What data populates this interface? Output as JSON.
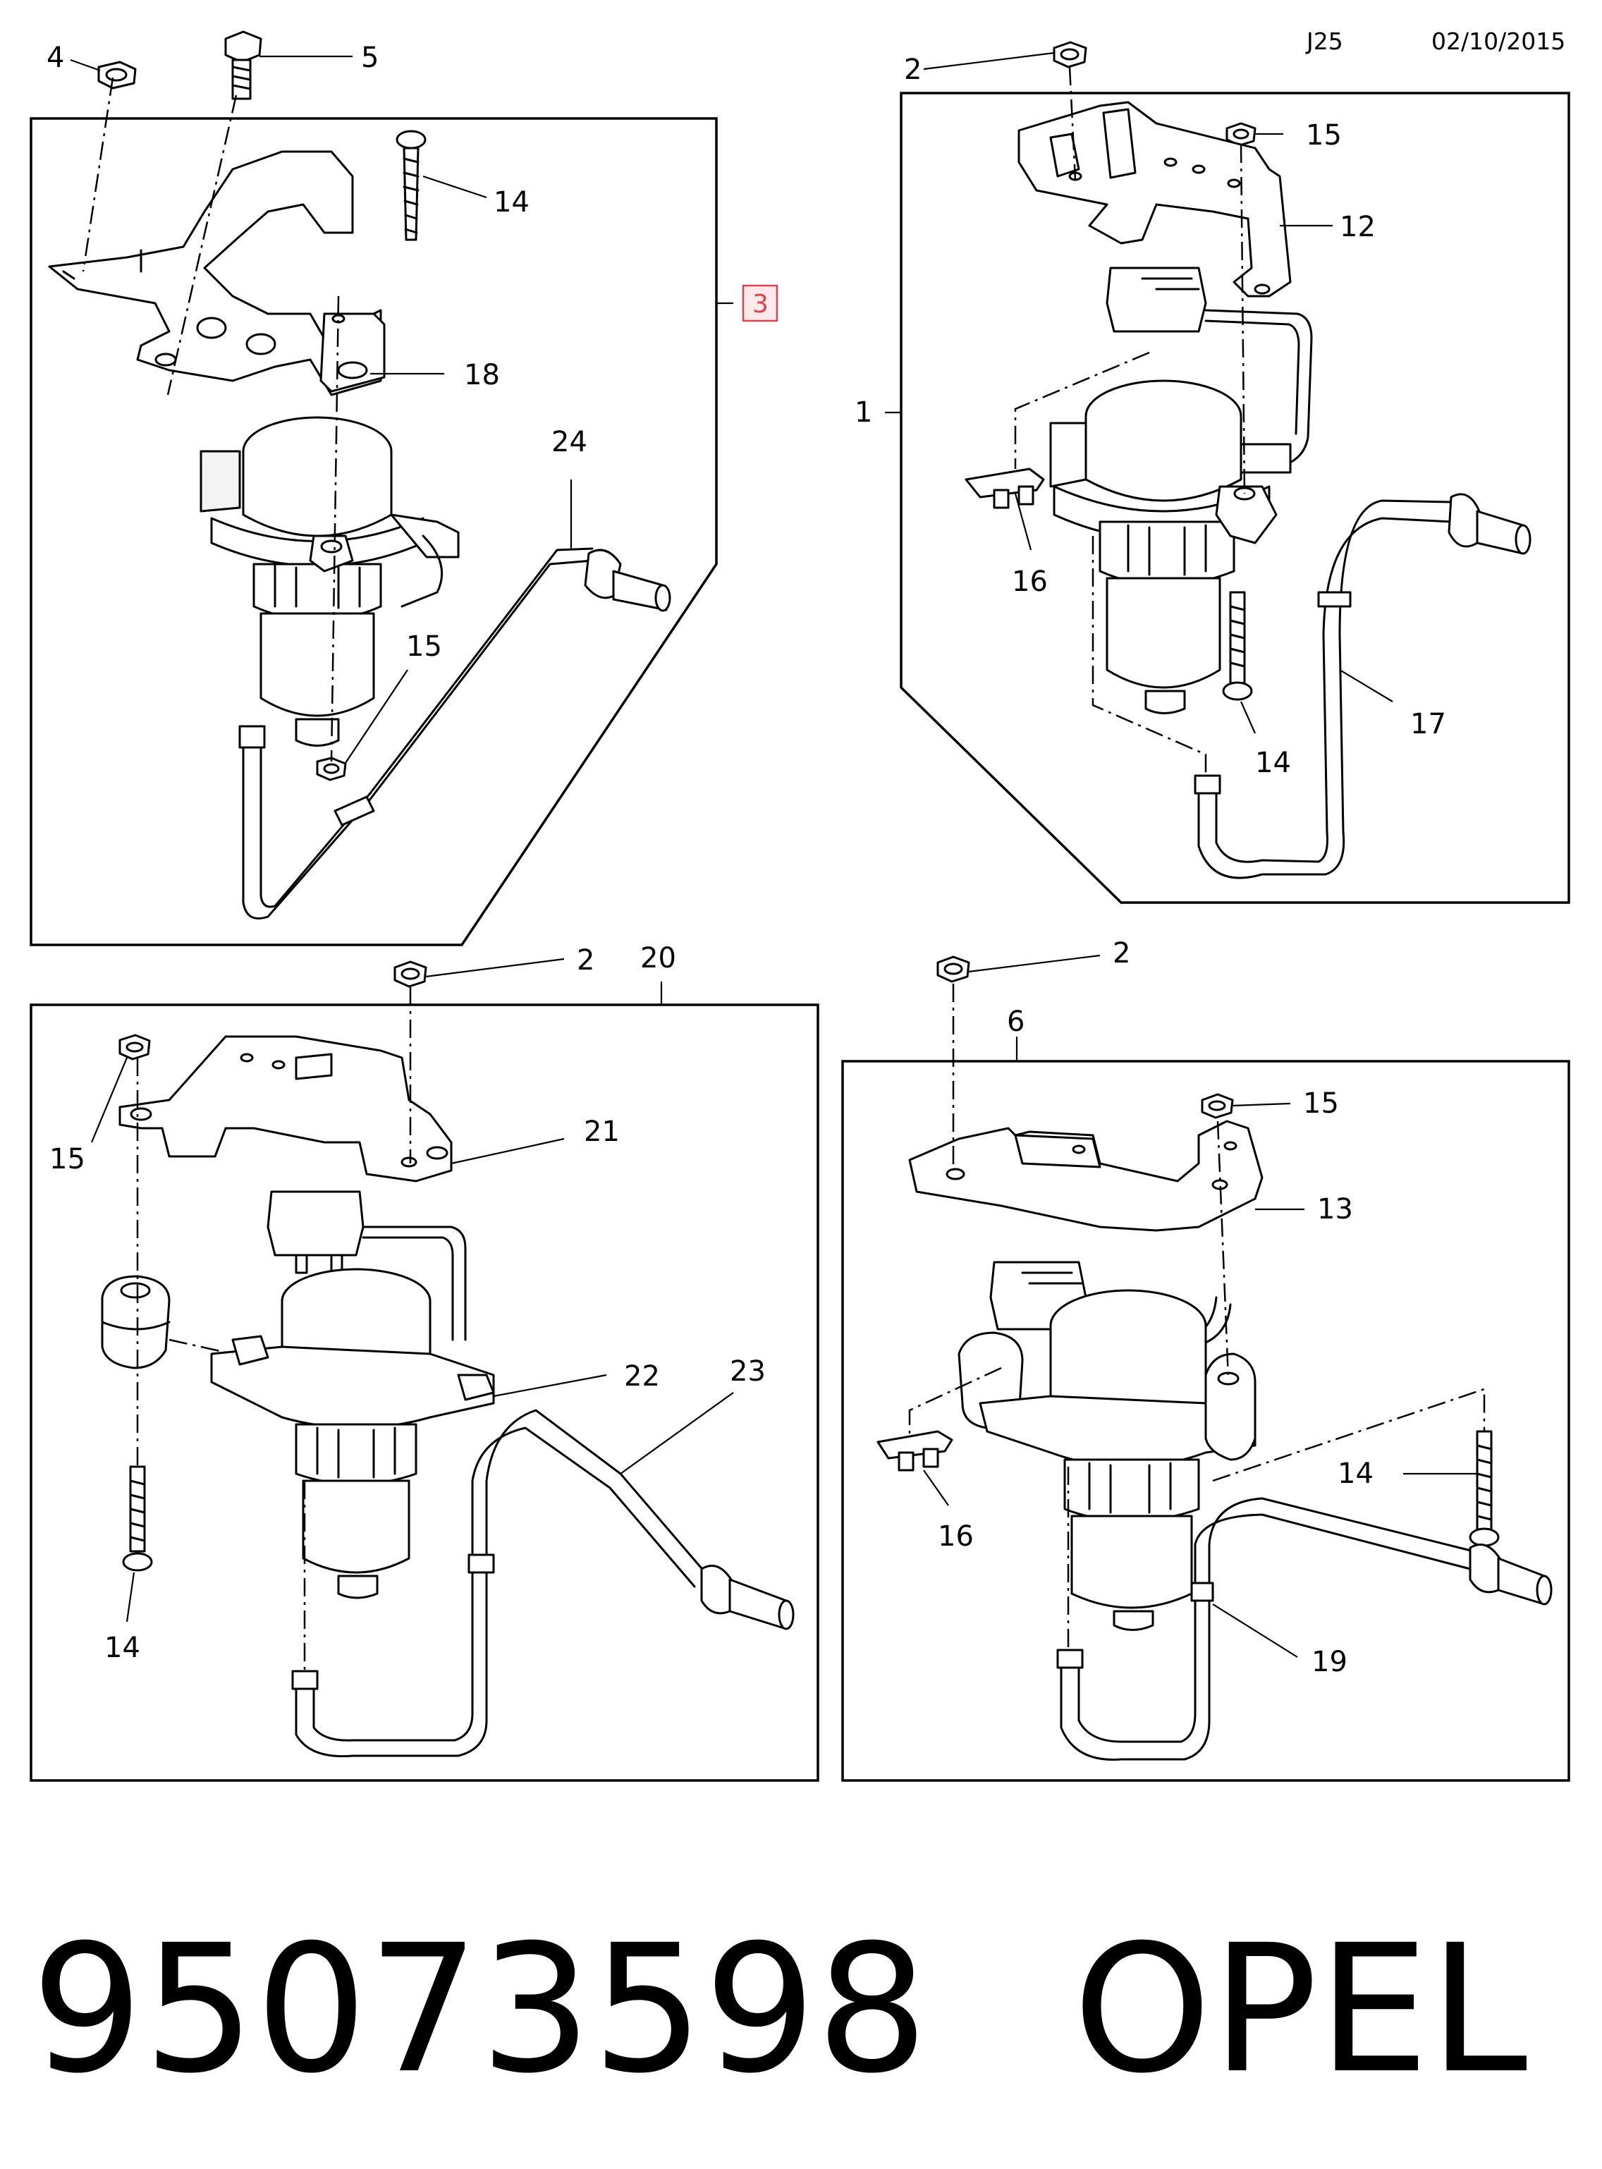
{
  "header": {
    "code": "J25",
    "date": "02/10/2015"
  },
  "callouts": {
    "p1_4": "4",
    "p1_5": "5",
    "p1_14": "14",
    "p1_3": "3",
    "p1_18": "18",
    "p1_24": "24",
    "p1_15": "15",
    "p2_2": "2",
    "p2_15": "15",
    "p2_12": "12",
    "p2_1": "1",
    "p2_16": "16",
    "p2_17": "17",
    "p2_14": "14",
    "p3_2": "2",
    "p3_20": "20",
    "p3_15": "15",
    "p3_21": "21",
    "p3_22": "22",
    "p3_23": "23",
    "p3_14": "14",
    "p4_2": "2",
    "p4_6": "6",
    "p4_15": "15",
    "p4_13": "13",
    "p4_14": "14",
    "p4_16": "16",
    "p4_19": "19"
  },
  "footer": {
    "part_number": "95073598",
    "brand": "OPEL"
  },
  "colors": {
    "line": "#000000",
    "highlight_border": "#d9424f",
    "highlight_fill": "#fde8ea"
  }
}
